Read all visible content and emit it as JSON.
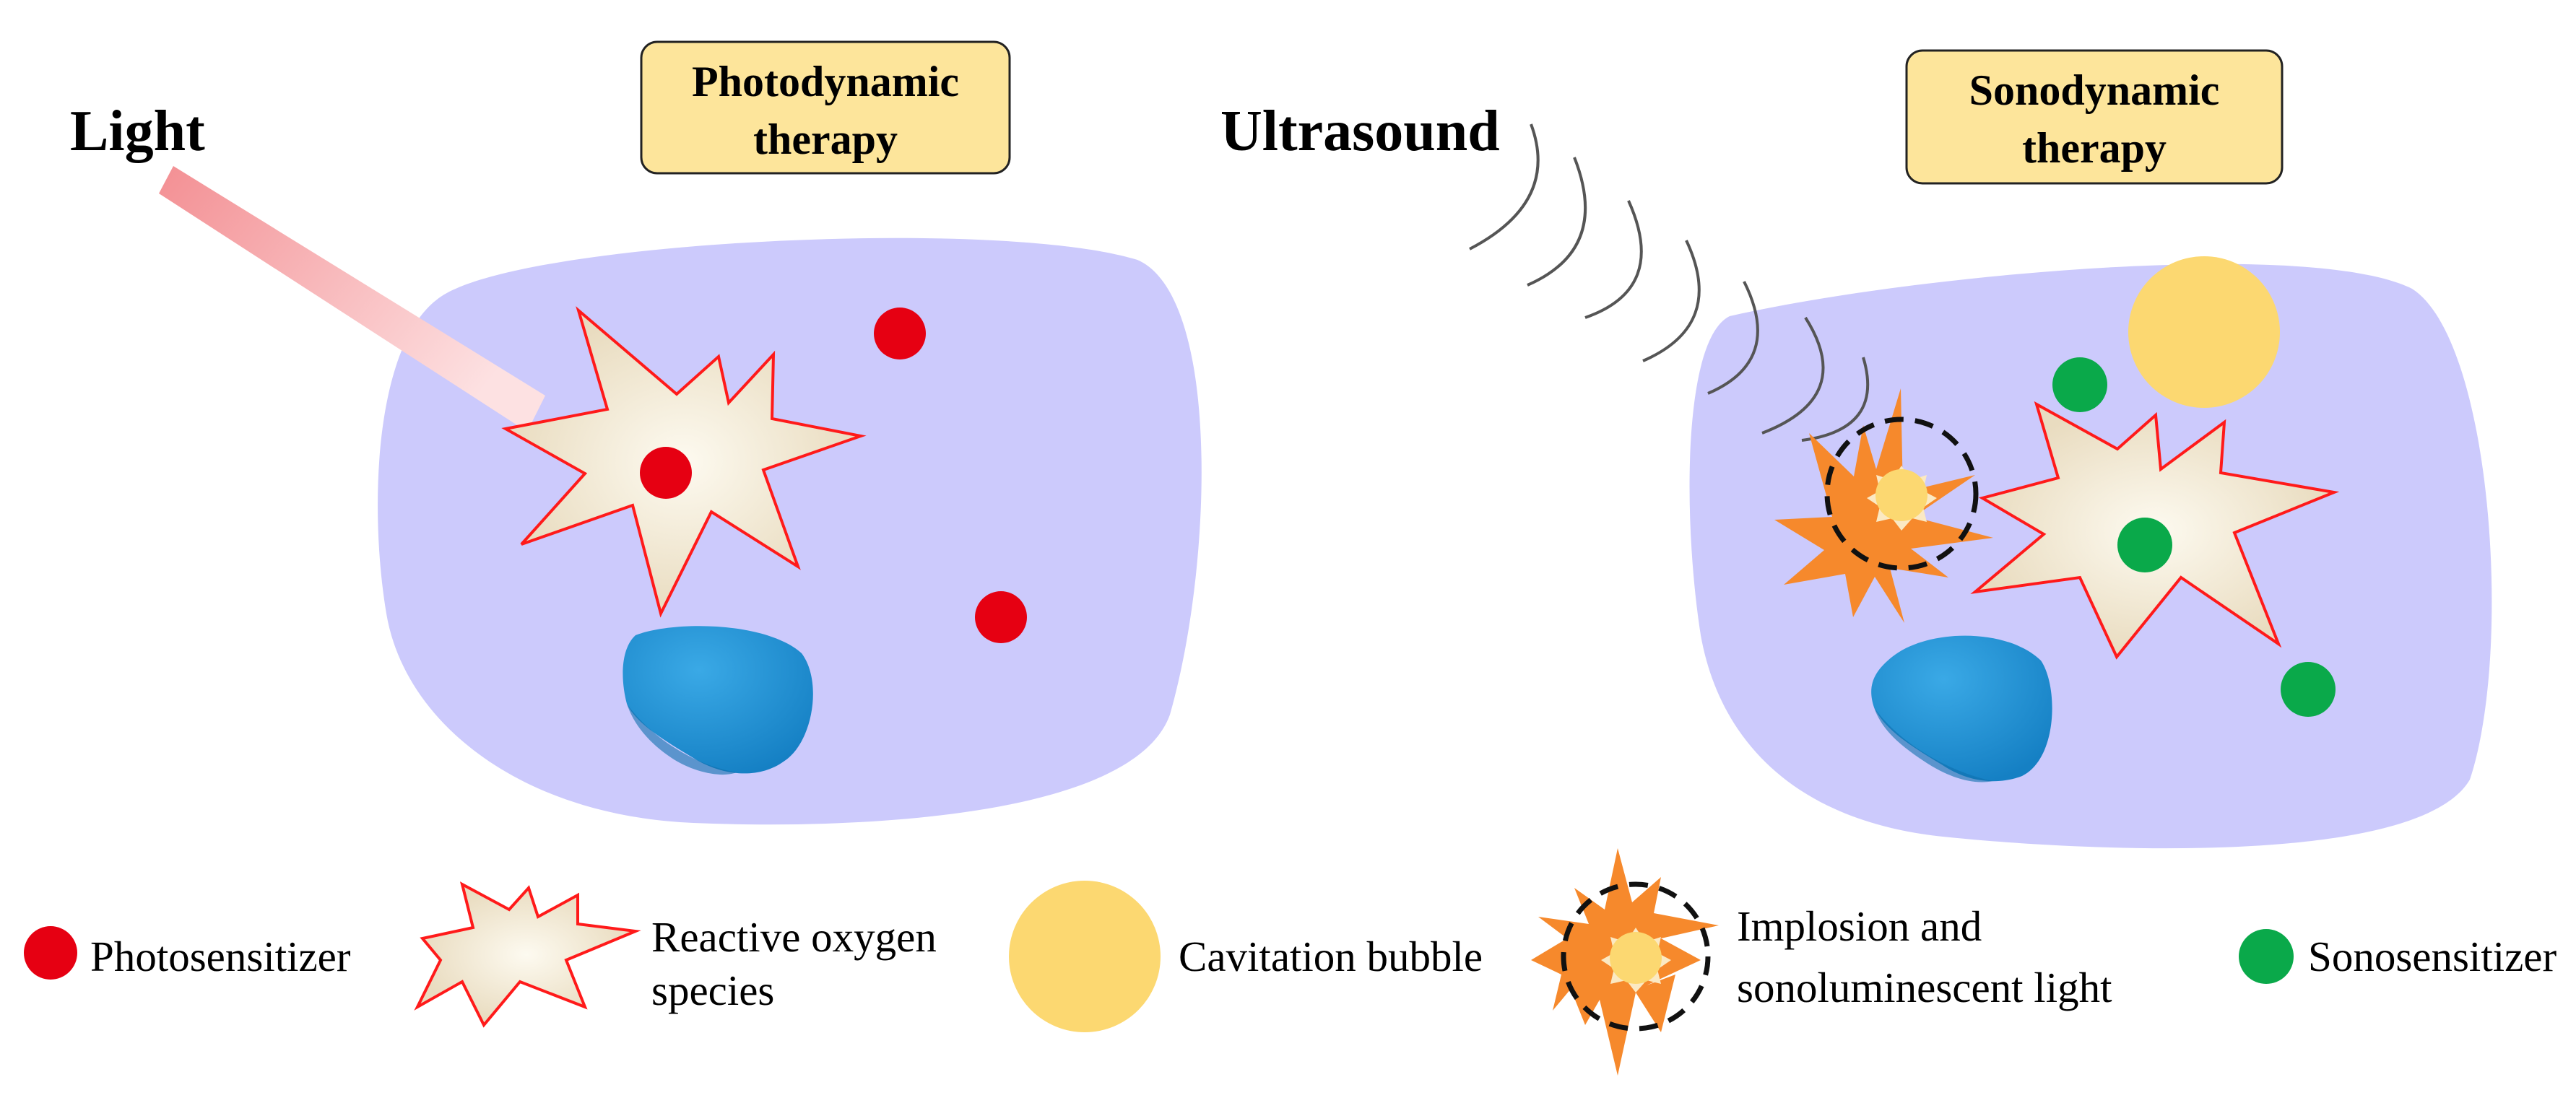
{
  "pdt": {
    "source_label": "Light",
    "title_line1": "Photodynamic",
    "title_line2": "therapy"
  },
  "sdt": {
    "source_label": "Ultrasound",
    "title_line1": "Sonodynamic",
    "title_line2": "therapy"
  },
  "legend": {
    "photosensitizer": "Photosensitizer",
    "ros_line1": "Reactive oxygen",
    "ros_line2": "species",
    "cavitation": "Cavitation bubble",
    "implosion_line1": "Implosion and",
    "implosion_line2": "sonoluminescent light",
    "sonosensitizer": "Sonosensitizer"
  },
  "colors": {
    "cell": "#cccafc",
    "nucleus": "#2196d8",
    "photosensitizer": "#e60012",
    "sonosensitizer": "#0aa94a",
    "bubble": "#fcd871",
    "ros_fill": "#efe7d2",
    "ros_stroke": "#ff1a1a",
    "spark": "#f6892c",
    "title_box": "#fde59b"
  }
}
